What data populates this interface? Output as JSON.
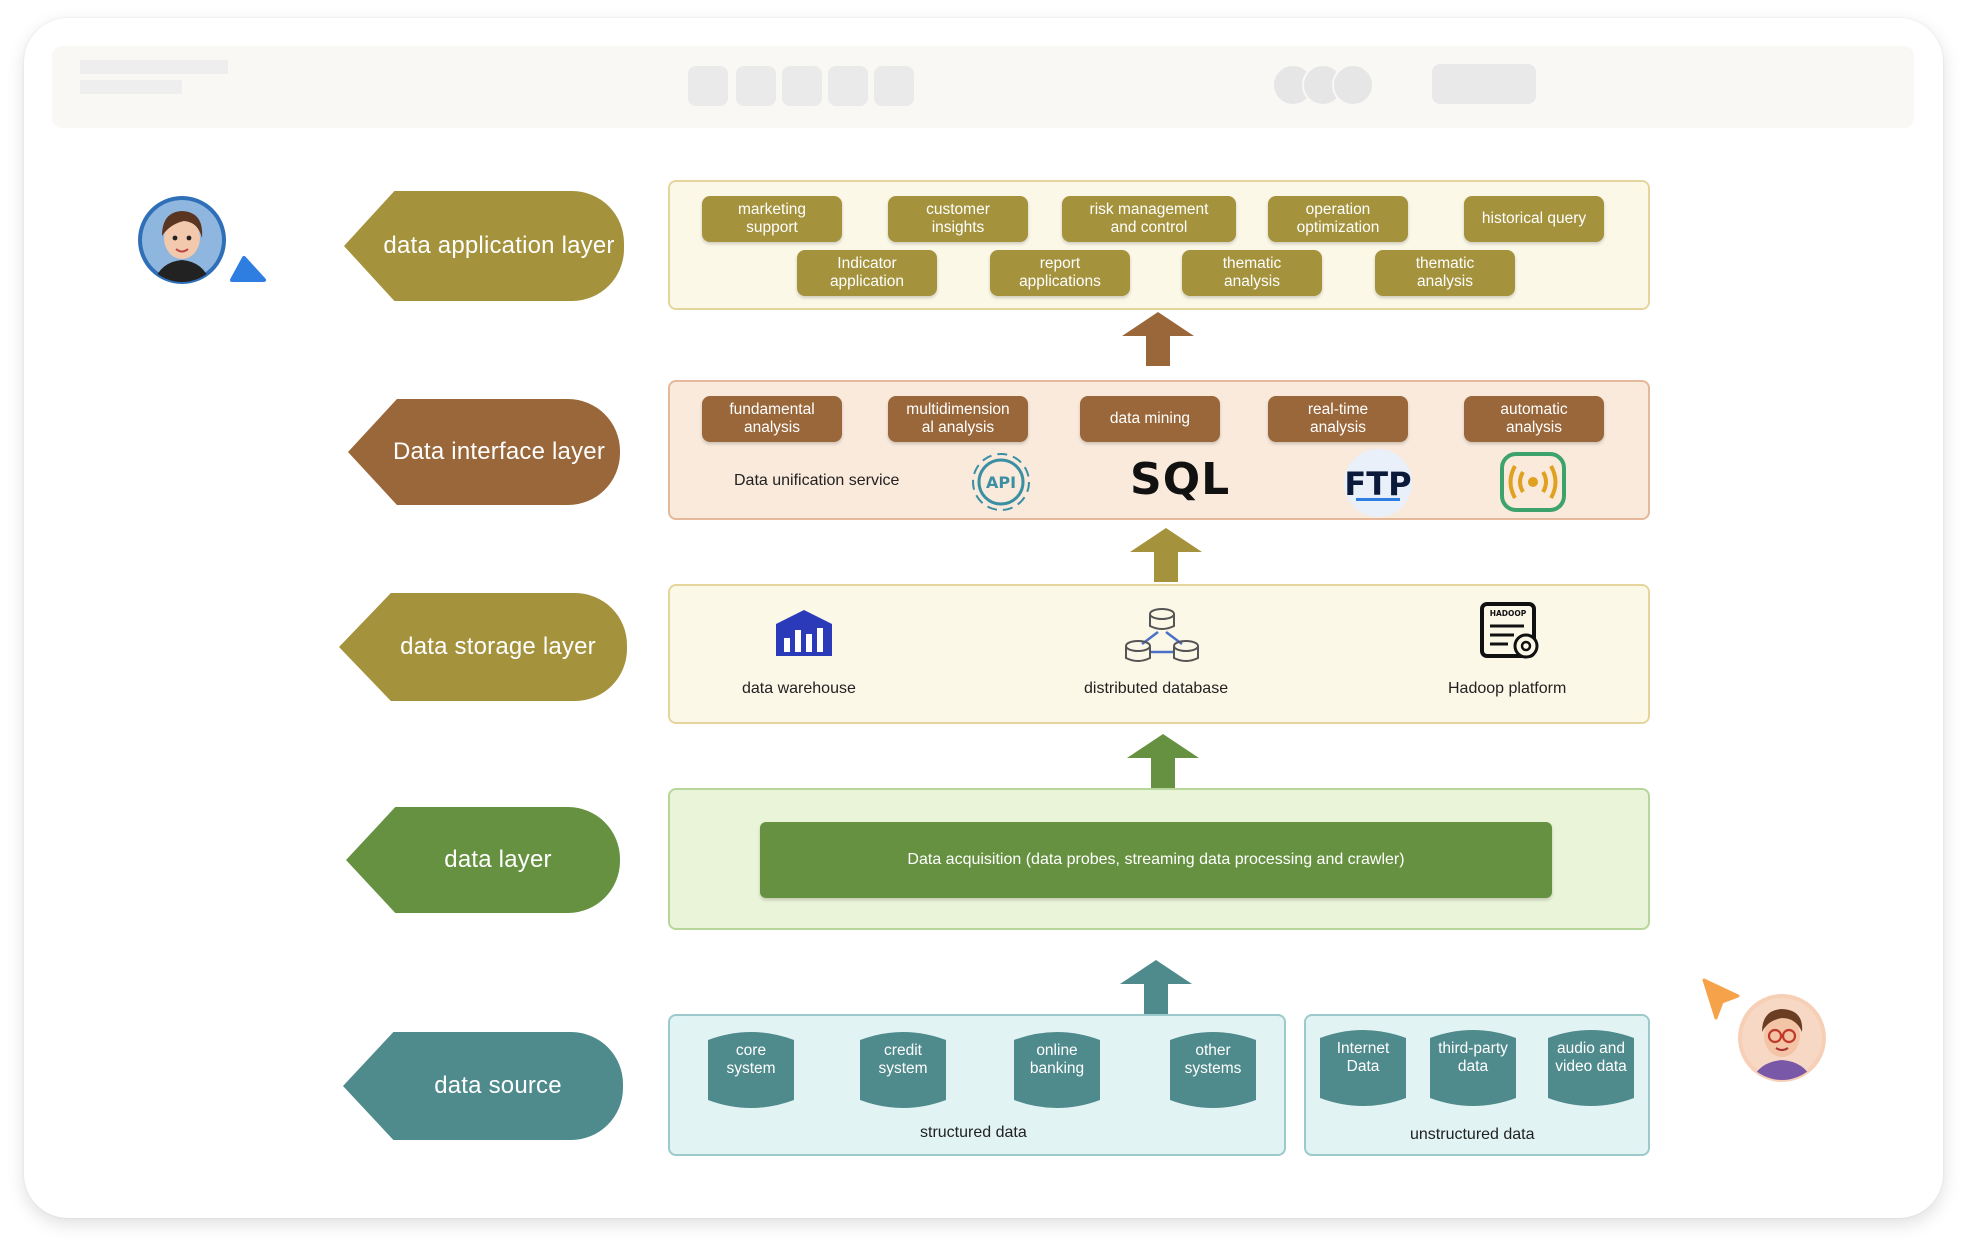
{
  "layers": [
    {
      "label": "data application layer"
    },
    {
      "label": "Data interface layer"
    },
    {
      "label": "data storage layer"
    },
    {
      "label": "data layer"
    },
    {
      "label": "data source"
    }
  ],
  "application": {
    "items": [
      "marketing\nsupport",
      "customer\ninsights",
      "risk management\nand control",
      "operation\noptimization",
      "historical query",
      "Indicator\napplication",
      "report\napplications",
      "thematic\nanalysis",
      "thematic\nanalysis"
    ]
  },
  "interface": {
    "items": [
      "fundamental\nanalysis",
      "multidimension\nal analysis",
      "data mining",
      "real-time\nanalysis",
      "automatic\nanalysis"
    ],
    "service_label": "Data unification service",
    "api_icon_text": "API",
    "sql_text": "SQL",
    "ftp_text": "FTP"
  },
  "storage": {
    "items": [
      "data warehouse",
      "distributed database",
      "Hadoop platform"
    ],
    "hadoop_icon_text": "HADOOP"
  },
  "data_layer": {
    "acquisition": "Data acquisition (data probes, streaming data processing and crawler)"
  },
  "source": {
    "structured": [
      "core\nsystem",
      "credit\nsystem",
      "online\nbanking",
      "other\nsystems"
    ],
    "structured_label": "structured data",
    "unstructured": [
      "Internet\nData",
      "third-party\ndata",
      "audio and\nvideo data"
    ],
    "unstructured_label": "unstructured data"
  },
  "colors": {
    "olive": "#a4923c",
    "brown": "#99673a",
    "green": "#669140",
    "teal": "#4f8a8c"
  }
}
